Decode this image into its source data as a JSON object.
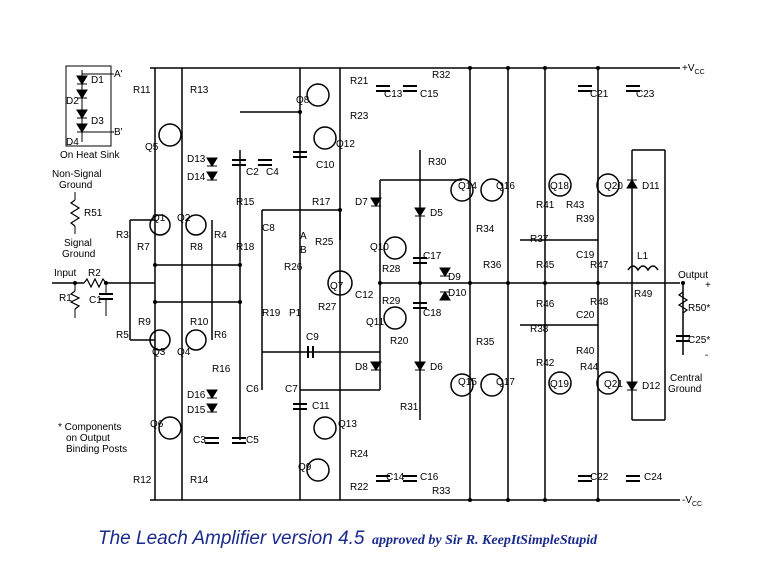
{
  "caption": {
    "title": "The Leach Amplifier version 4.5",
    "subtitle": "approved by Sir R. KeepItSimpleStupid"
  },
  "rails": {
    "positive": "+V",
    "positive_sub": "CC",
    "negative": "-V",
    "negative_sub": "CC"
  },
  "heat_sink": {
    "label": "On Heat Sink",
    "diodes": [
      "D1",
      "D2",
      "D3",
      "D4"
    ],
    "a_out": "A'",
    "b_out": "B'"
  },
  "notes": {
    "non_signal_ground": [
      "Non-Signal",
      "Ground"
    ],
    "signal_ground": [
      "Signal",
      "Ground"
    ],
    "input": "Input",
    "output": "Output",
    "output_plus": "+",
    "output_minus": "-",
    "central_ground": [
      "Central",
      "Ground"
    ],
    "components_note": [
      "* Components",
      "on Output",
      "Binding Posts"
    ]
  },
  "transistors": [
    "Q1",
    "Q2",
    "Q3",
    "Q4",
    "Q5",
    "Q6",
    "Q7",
    "Q8",
    "Q9",
    "Q10",
    "Q11",
    "Q12",
    "Q13",
    "Q14",
    "Q15",
    "Q16",
    "Q17",
    "Q18",
    "Q19",
    "Q20",
    "Q21"
  ],
  "resistors": [
    "R1",
    "R2",
    "R3",
    "R4",
    "R5",
    "R6",
    "R7",
    "R8",
    "R9",
    "R10",
    "R11",
    "R12",
    "R13",
    "R14",
    "R15",
    "R16",
    "R17",
    "R18",
    "R19",
    "R20",
    "R21",
    "R22",
    "R23",
    "R24",
    "R25",
    "R26",
    "R27",
    "R28",
    "R29",
    "R30",
    "R31",
    "R32",
    "R33",
    "R34",
    "R35",
    "R36",
    "R37",
    "R38",
    "R39",
    "R40",
    "R41",
    "R42",
    "R43",
    "R44",
    "R45",
    "R46",
    "R47",
    "R48",
    "R49",
    "R50*",
    "R51"
  ],
  "capacitors": [
    "C1",
    "C2",
    "C3",
    "C4",
    "C5",
    "C6",
    "C7",
    "C8",
    "C9",
    "C10",
    "C11",
    "C12",
    "C13",
    "C14",
    "C15",
    "C16",
    "C17",
    "C18",
    "C19",
    "C20",
    "C21",
    "C22",
    "C23",
    "C24",
    "C25*"
  ],
  "diodes": [
    "D5",
    "D6",
    "D7",
    "D8",
    "D9",
    "D10",
    "D11",
    "D12",
    "D13",
    "D14",
    "D15",
    "D16"
  ],
  "misc": {
    "inductor": "L1",
    "pot": "P1",
    "node_a": "A",
    "node_b": "B"
  }
}
